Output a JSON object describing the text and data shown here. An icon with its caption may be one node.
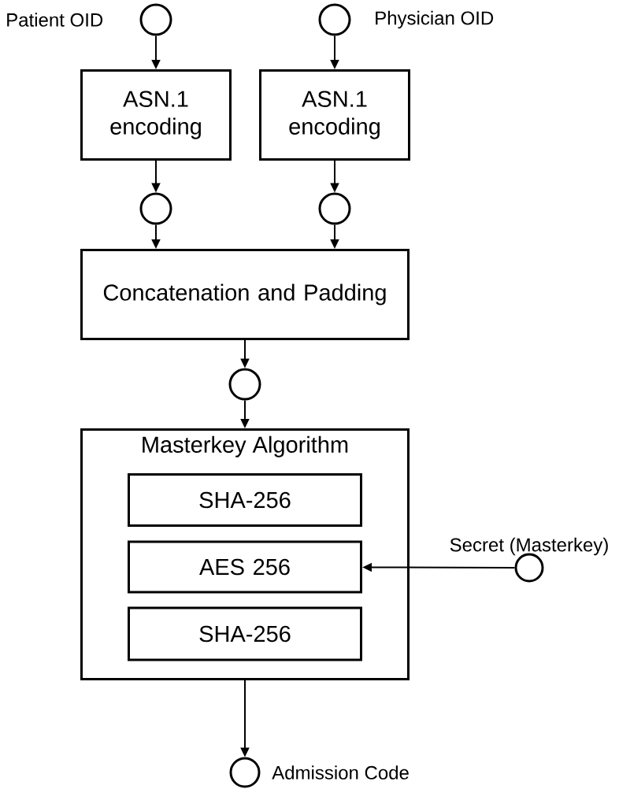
{
  "diagram": {
    "nodes": [
      {
        "text": [],
        "shape": "circle",
        "beside": [
          "Patient OID"
        ]
      },
      {
        "text": [],
        "shape": "circle",
        "beside": [
          "Physician OID"
        ]
      },
      {
        "text": [
          "ASN.1 encoding"
        ]
      },
      {
        "text": [
          "ASN.1 encoding"
        ]
      },
      {
        "text": [],
        "shape": "circle"
      },
      {
        "text": [],
        "shape": "circle"
      },
      {
        "text": [
          "Concatenation and Padding"
        ]
      },
      {
        "text": [],
        "shape": "circle"
      },
      {
        "text": [
          "Masterkey Algorithm"
        ]
      },
      {
        "text": [
          "SHA-256"
        ],
        "in": 8
      },
      {
        "text": [
          "AES 256"
        ],
        "in": 8
      },
      {
        "text": [
          "SHA-256"
        ],
        "in": 8
      },
      {
        "text": [],
        "shape": "circle",
        "beside": [
          "Secret (Masterkey)"
        ]
      },
      {
        "text": [],
        "shape": "circle",
        "beside": [
          "Admission Code"
        ]
      }
    ],
    "edges": [
      {
        "from": 0,
        "to": 2,
        "arrow": "to"
      },
      {
        "from": 1,
        "to": 3,
        "arrow": "to"
      },
      {
        "from": 2,
        "to": 4,
        "arrow": "to"
      },
      {
        "from": 3,
        "to": 5,
        "arrow": "to"
      },
      {
        "from": 4,
        "to": 6,
        "arrow": "to"
      },
      {
        "from": 5,
        "to": 6,
        "arrow": "to"
      },
      {
        "from": 6,
        "to": 7,
        "arrow": "to"
      },
      {
        "from": 7,
        "to": 8,
        "arrow": "to"
      },
      {
        "from": 12,
        "to": 10,
        "arrow": "to"
      },
      {
        "from": 8,
        "to": 13,
        "arrow": "to"
      }
    ]
  }
}
